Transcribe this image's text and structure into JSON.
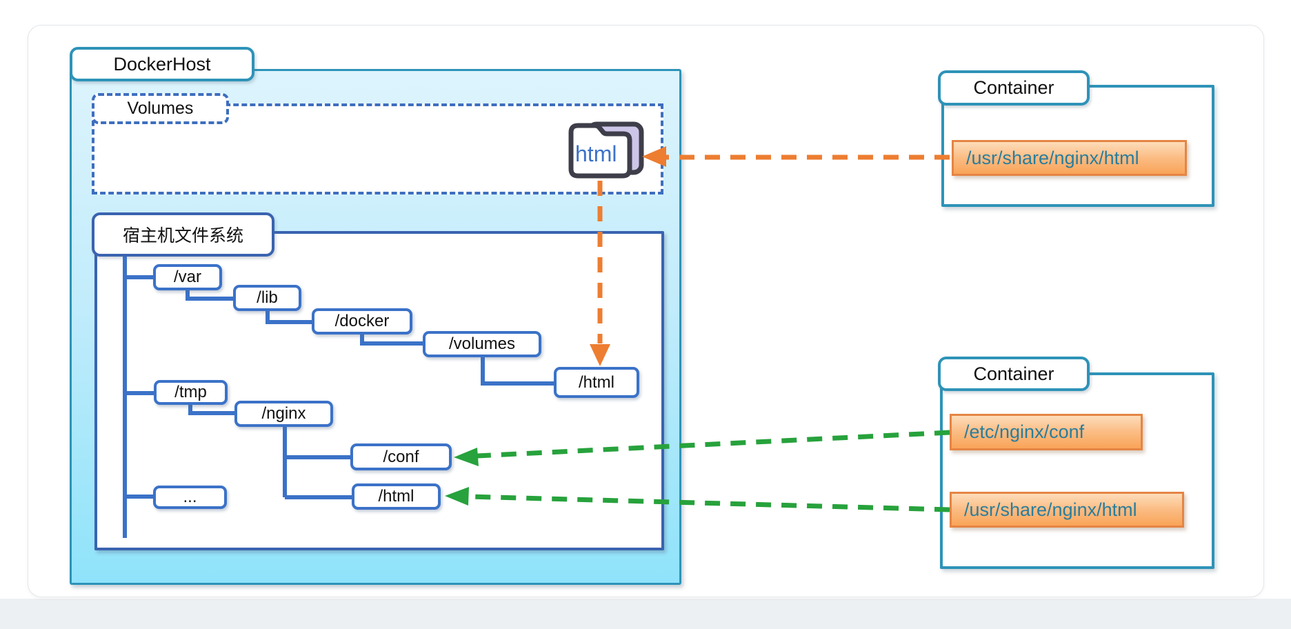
{
  "colors": {
    "teal_border": "#2E93B8",
    "tree_blue": "#3B72C8",
    "box_dark_blue": "#3A63B0",
    "dashed_blue": "#3D6EBF",
    "orange_arrow": "#ED7D31",
    "green_arrow": "#27A23C",
    "badge_border": "#E58544",
    "badge_fill_top": "#FDDDBA",
    "badge_fill_bottom": "#F9A458",
    "badge_text": "#2B7D9C",
    "dockerhost_fill_top": "#DDF4FD",
    "dockerhost_fill_bottom": "#8FE3FA",
    "folder_outline": "#3E3E4A",
    "folder_back": "#CDC6E8",
    "folder_text": "#3C72C8"
  },
  "docker_host": {
    "label": "DockerHost"
  },
  "volumes": {
    "label": "Volumes",
    "folder": {
      "label": "html"
    }
  },
  "filesystem": {
    "label": "宿主机文件系统",
    "nodes": [
      {
        "label": "/var"
      },
      {
        "label": "/lib"
      },
      {
        "label": "/docker"
      },
      {
        "label": "/volumes"
      },
      {
        "label": "/html"
      },
      {
        "label": "/tmp"
      },
      {
        "label": "/nginx"
      },
      {
        "label": "/conf"
      },
      {
        "label": "/html"
      },
      {
        "label": "..."
      }
    ]
  },
  "containers": [
    {
      "label": "Container",
      "badges": [
        "/usr/share/nginx/html"
      ]
    },
    {
      "label": "Container",
      "badges": [
        "/etc/nginx/conf",
        "/usr/share/nginx/html"
      ]
    }
  ]
}
